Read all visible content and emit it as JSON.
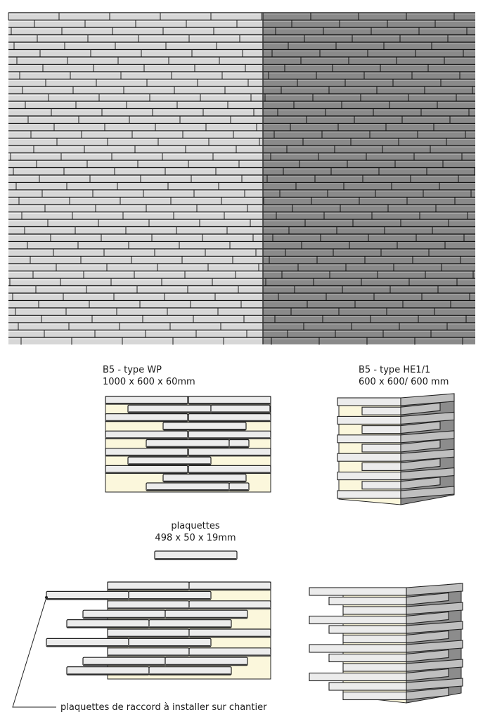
{
  "wall_render": {
    "caption": ""
  },
  "panel_wp": {
    "title": "B5 - type WP",
    "dimensions": "1000 x 600 x 60mm"
  },
  "panel_he": {
    "title": "B5 - type HE1/1",
    "dimensions": "600 x 600/ 600 mm"
  },
  "plaquette": {
    "title": "plaquettes",
    "dimensions": "498 x 50 x 19mm"
  },
  "annotation": {
    "text": "plaquettes de raccord à installer sur chantier"
  },
  "colors": {
    "background_panel": "#fbf7dc",
    "brick_face": "#ececec",
    "brick_outline": "#222222",
    "wall_left": "#d7d7d7",
    "wall_right": "#8a8a8a"
  }
}
